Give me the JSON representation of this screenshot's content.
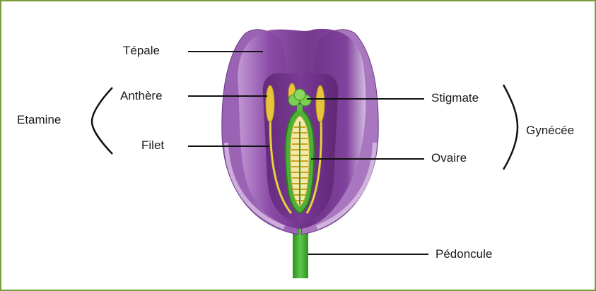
{
  "labels": {
    "tepale": "Tépale",
    "anthere": "Anthère",
    "filet": "Filet",
    "etamine": "Etamine",
    "stigmate": "Stigmate",
    "ovaire": "Ovaire",
    "gynecee": "Gynécée",
    "pedoncule": "Pédoncule"
  },
  "colors": {
    "frame": "#7a9c3c",
    "petal_dark": "#6b2f86",
    "petal_light": "#b07cc6",
    "stem": "#3ea82e",
    "anther": "#e8c43a"
  }
}
